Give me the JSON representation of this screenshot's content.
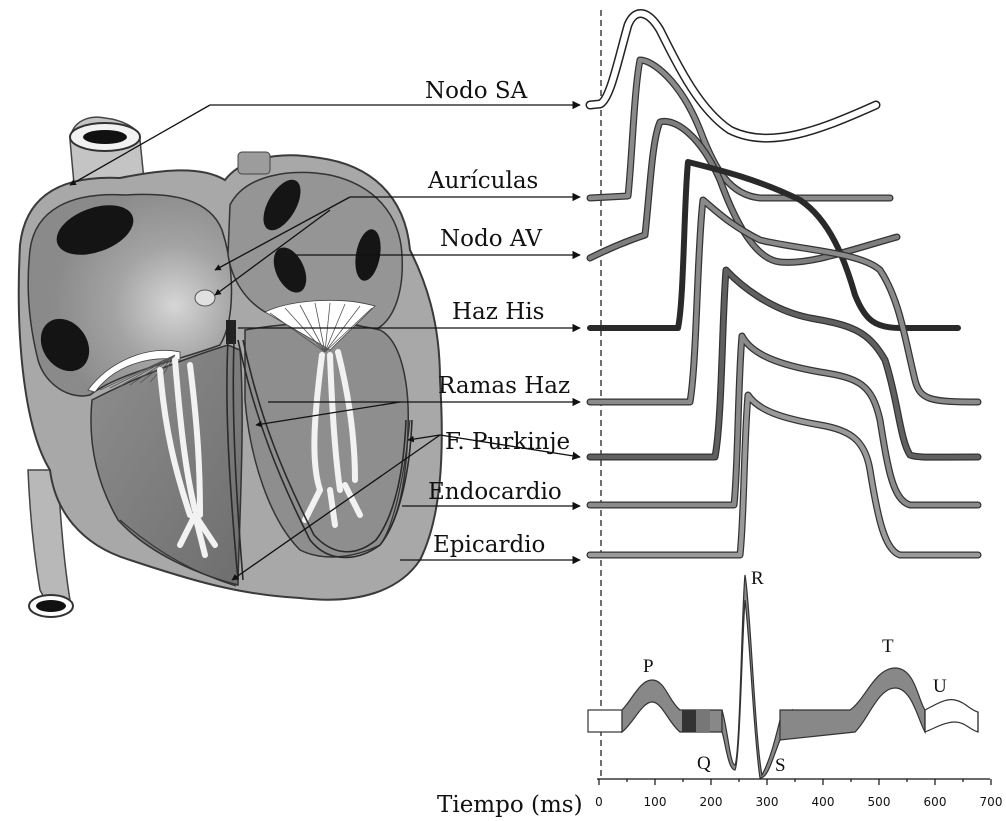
{
  "labels": [
    "Nodo SA",
    "Aurículas",
    "Nodo AV",
    "Haz His",
    "Ramas Haz",
    "F. Purkinje",
    "Endocardio",
    "Epicardio"
  ],
  "ecg_waves": [
    "P",
    "Q",
    "R",
    "S",
    "T",
    "U"
  ],
  "axis": {
    "title": "Tiempo (ms)",
    "ticks": [
      "0",
      "100",
      "200",
      "300",
      "400",
      "500",
      "600",
      "700"
    ]
  },
  "colors": {
    "heart_shell": "#9a9a9a",
    "chamber": "#7a7a7a",
    "trace_mid": "#8a8a8a",
    "trace_dark": "#5a5a5a",
    "trace_black": "#2a2a2a"
  }
}
